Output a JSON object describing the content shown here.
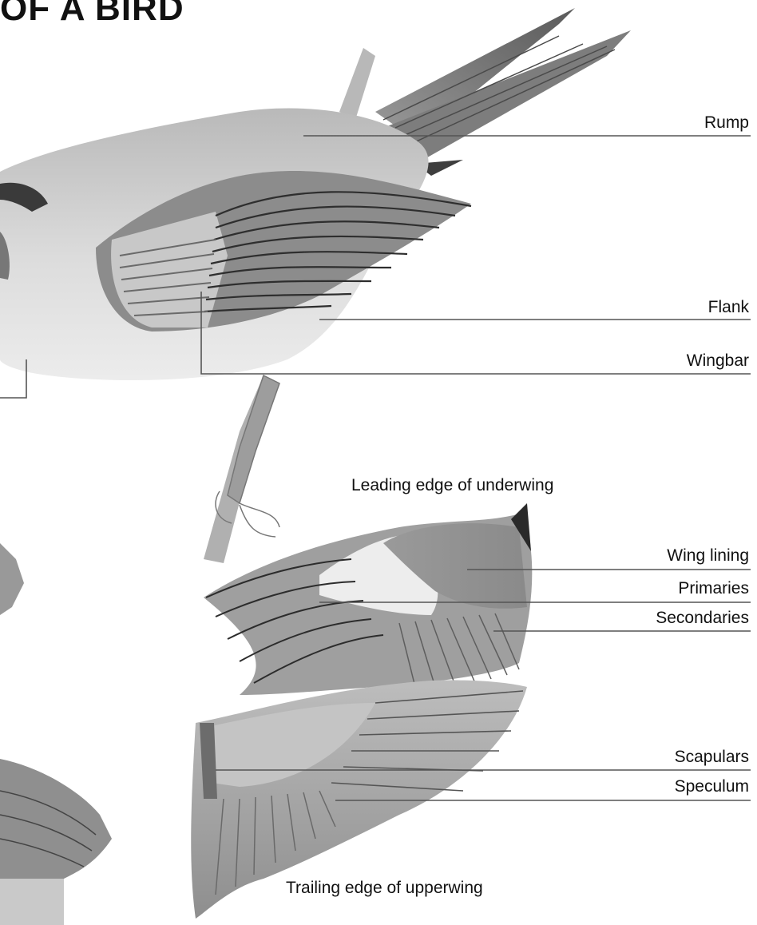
{
  "title": "OF A BIRD",
  "captions": {
    "underwing": "Leading edge of underwing",
    "upperwing": "Trailing edge of upperwing"
  },
  "labels": {
    "rump": "Rump",
    "flank": "Flank",
    "wingbar": "Wingbar",
    "wing_lining": "Wing lining",
    "primaries": "Primaries",
    "secondaries": "Secondaries",
    "scapulars": "Scapulars",
    "speculum": "Speculum"
  }
}
